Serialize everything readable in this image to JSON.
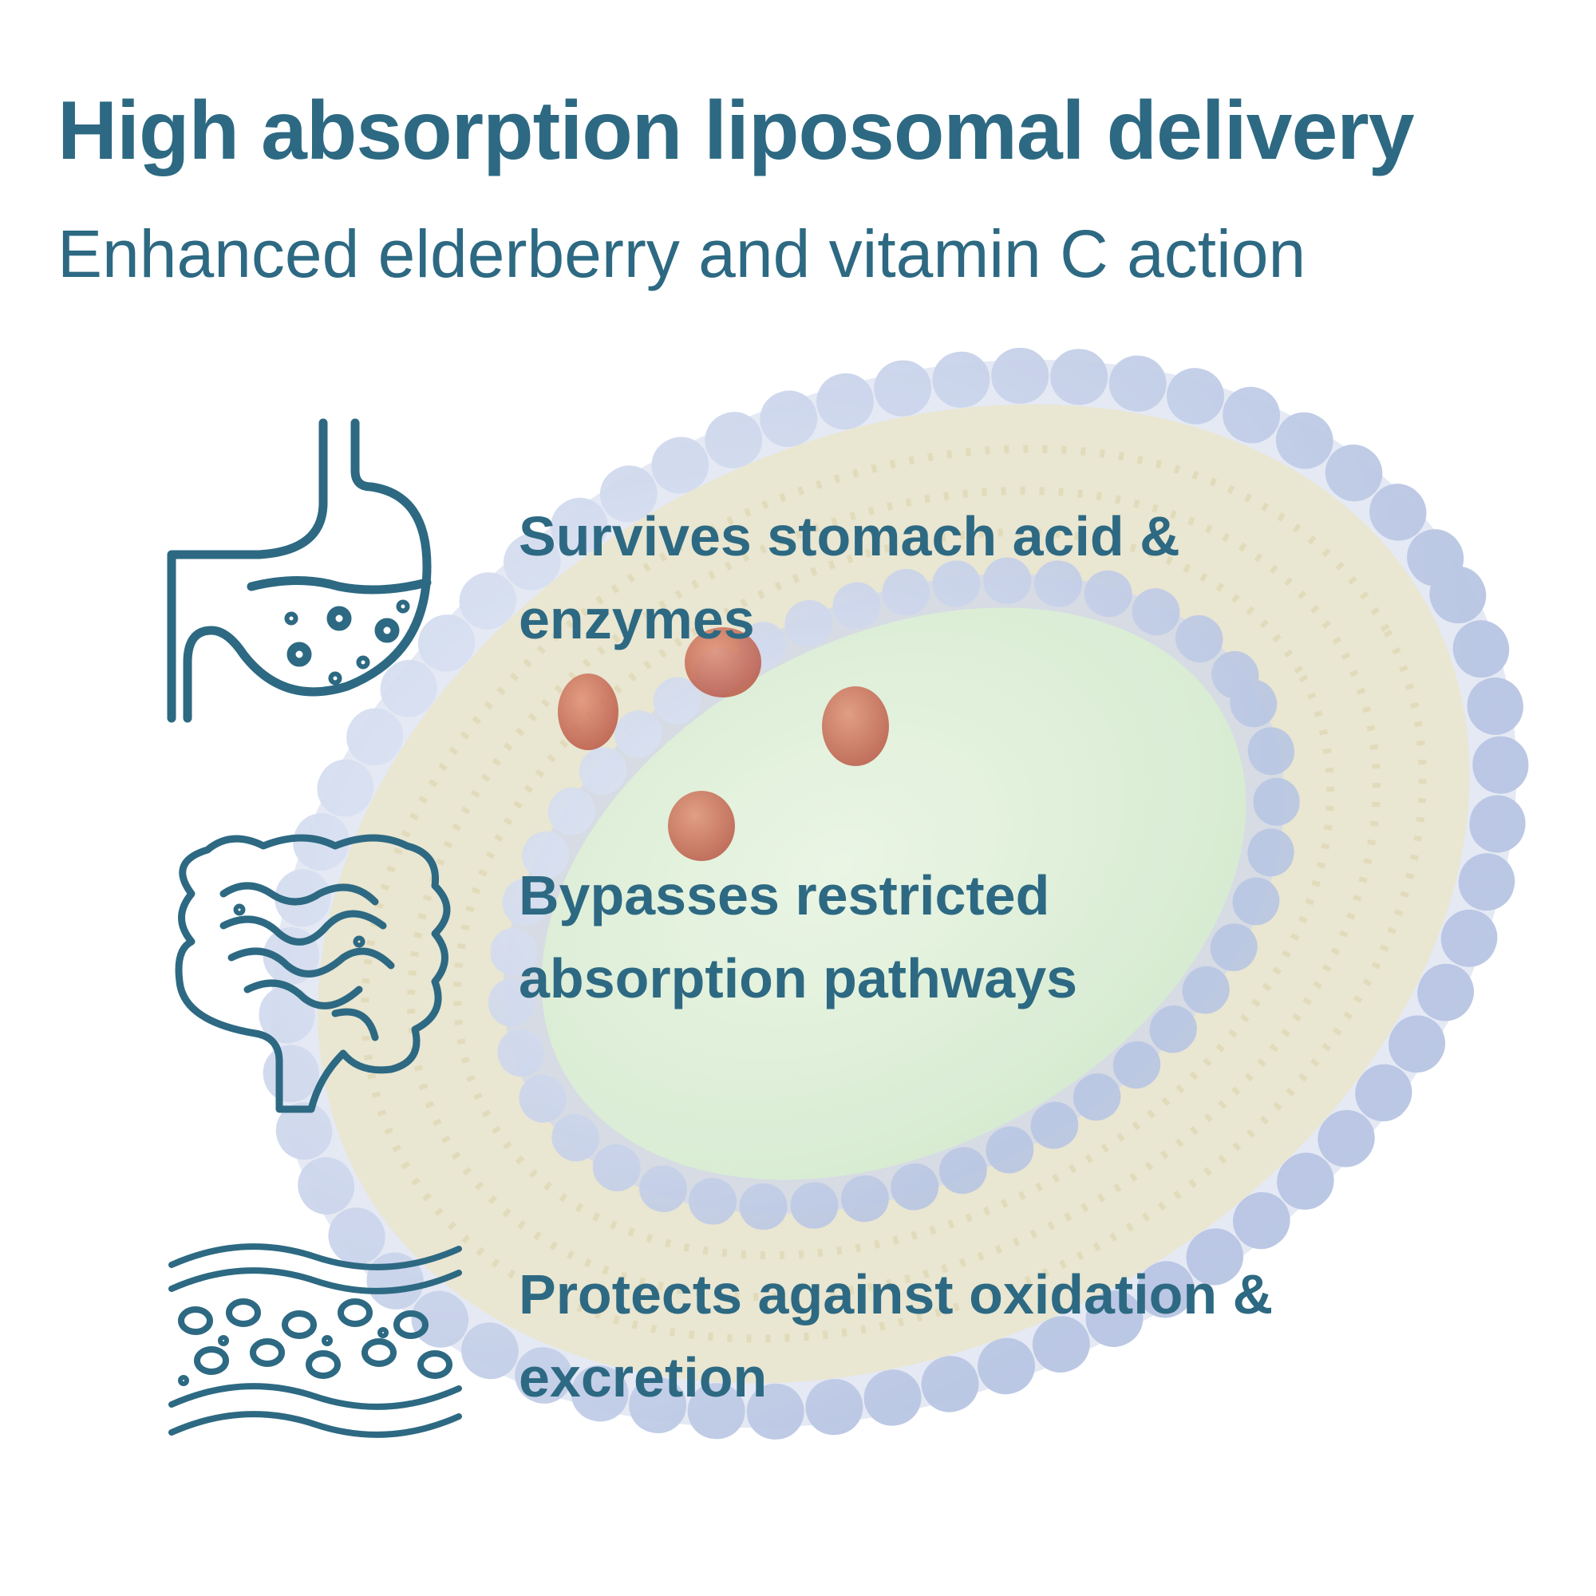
{
  "header": {
    "title": "High absorption liposomal delivery",
    "subtitle": "Enhanced elderberry and vitamin C action"
  },
  "features": [
    {
      "icon": "stomach-icon",
      "line1": "Survives stomach acid &",
      "line2": "enzymes"
    },
    {
      "icon": "intestine-icon",
      "line1": "Bypasses restricted",
      "line2": "absorption pathways"
    },
    {
      "icon": "cell-tissue-icon",
      "line1": "Protects against oxidation &",
      "line2": "excretion"
    }
  ],
  "colors": {
    "accent": "#2d6982",
    "membrane_head": "#b8c6e4",
    "membrane_tail": "#ddd7b4",
    "core": "#d9f0cf",
    "particle": "#c9604a"
  }
}
